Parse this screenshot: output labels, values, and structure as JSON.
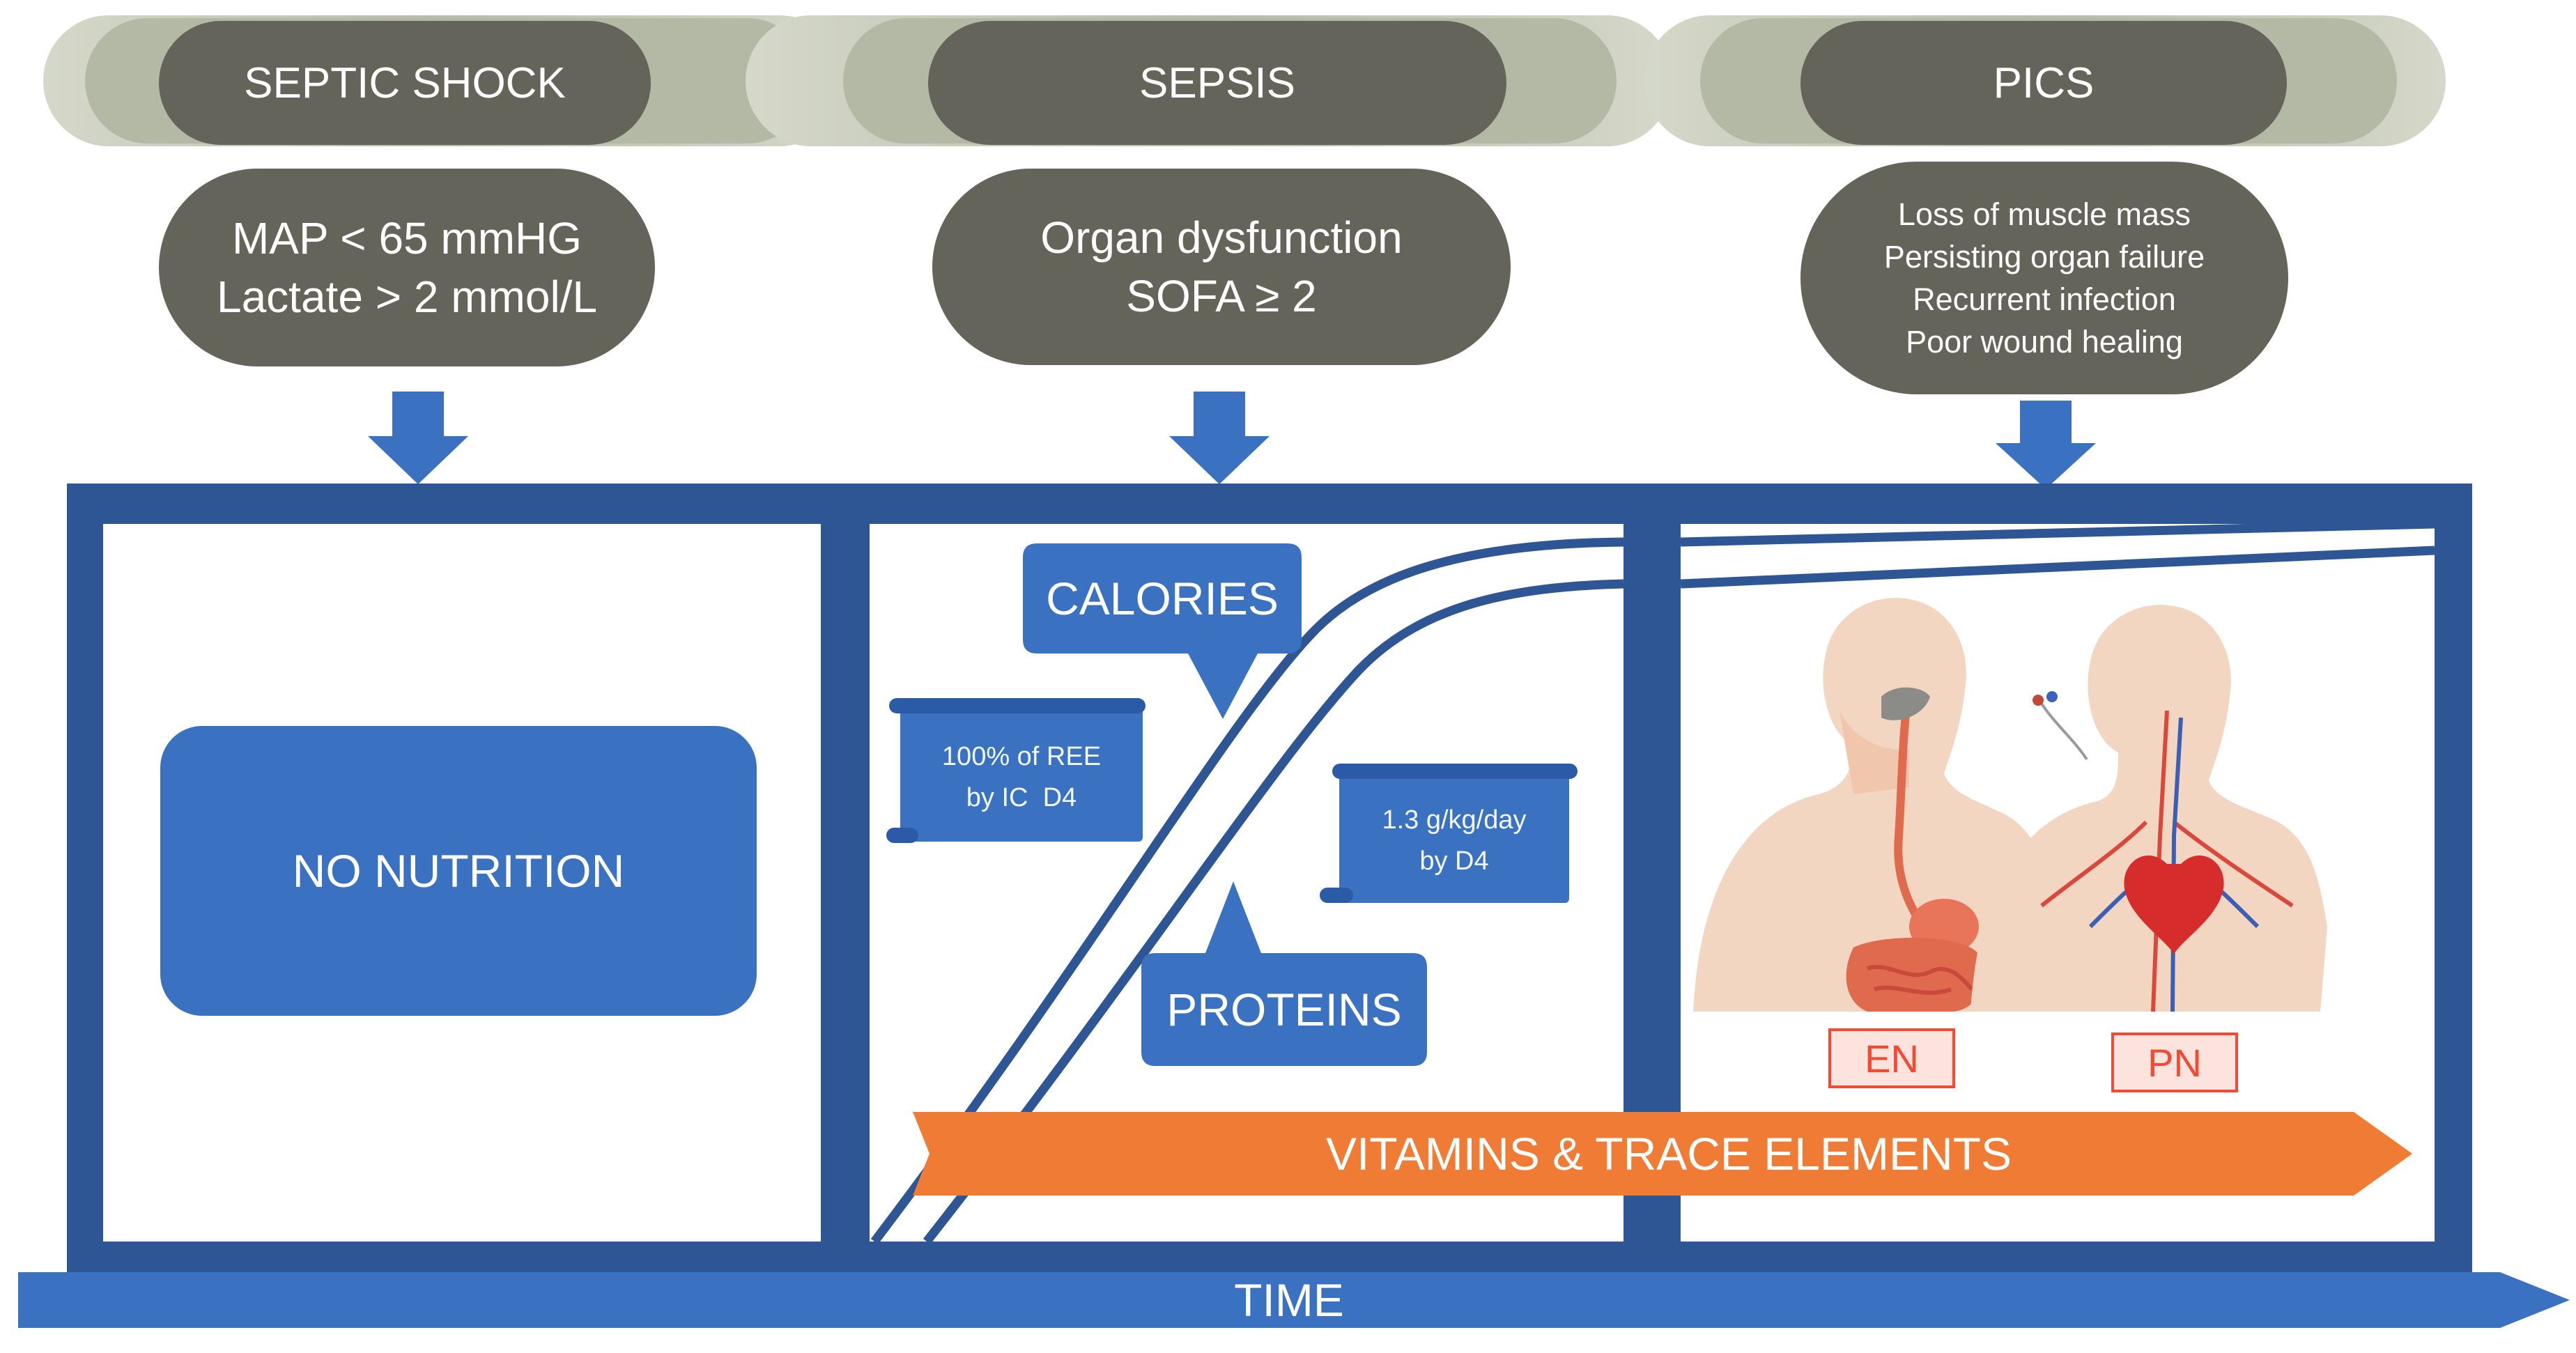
{
  "phases": [
    {
      "key": "septic_shock",
      "title": "SEPTIC SHOCK",
      "criteria": [
        "MAP < 65 mmHG",
        "Lactate > 2 mmol/L"
      ]
    },
    {
      "key": "sepsis",
      "title": "SEPSIS",
      "criteria": [
        "Organ dysfunction",
        "SOFA ≥ 2"
      ]
    },
    {
      "key": "pics",
      "title": "PICS",
      "criteria": [
        "Loss of muscle mass",
        "Persisting organ failure",
        "Recurrent infection",
        "Poor wound healing"
      ]
    }
  ],
  "panels": {
    "no_nutrition": "NO NUTRITION",
    "calories": "CALORIES",
    "calories_target": [
      "100% of REE",
      "by IC  D4"
    ],
    "proteins": "PROTEINS",
    "proteins_target": [
      "1.3 g/kg/day",
      "by D4"
    ],
    "vitamins": "VITAMINS & TRACE ELEMENTS",
    "routes": {
      "enteral": "EN",
      "parenteral": "PN"
    }
  },
  "time_axis": "TIME",
  "colors": {
    "phase_pill": "#64645a",
    "phase_band": "#c3c8b6",
    "frame": "#2e5594",
    "box_blue": "#3a71c1",
    "orange": "#ef7b34",
    "route_label": "#f24a33",
    "route_label_bg": "#fde3dd"
  }
}
